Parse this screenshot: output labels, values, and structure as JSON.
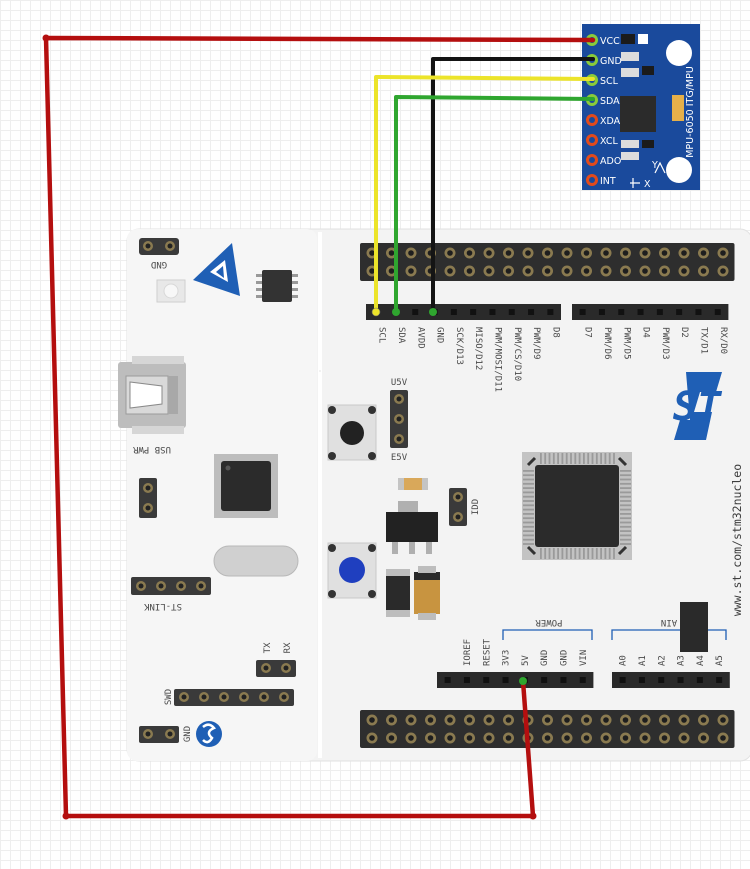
{
  "board": {
    "top_header_labels": [
      "SCL",
      "SDA",
      "AVDD",
      "GND",
      "SCK/D13",
      "MISO/D12",
      "PWM/MOSI/D11",
      "PWM/CS/D10",
      "PWM/D9",
      "D8"
    ],
    "top_header2_labels": [
      "D7",
      "PWM/D6",
      "PWM/D5",
      "D4",
      "PWM/D3",
      "D2",
      "TX/D1",
      "RX/D0"
    ],
    "power_labels": [
      "IOREF",
      "RESET",
      "3V3",
      "5V",
      "GND",
      "GND",
      "VIN"
    ],
    "analog_labels": [
      "A0",
      "A1",
      "A2",
      "A3",
      "A4",
      "A5"
    ],
    "power_group_label": "POWER",
    "analog_group_label": "AIN",
    "gnd_label": "GND",
    "usb_label": "USB PWR",
    "u5v_label": "U5V",
    "e5v_label": "E5V",
    "idd_label": "IDD",
    "stlink_label": "ST-LINK",
    "tx_label": "TX",
    "rx_label": "RX",
    "swd_label": "SWD",
    "swd_gnd_label": "GND",
    "url_label": "www.st.com/stm32nucleo",
    "st_logo_text": "ST"
  },
  "module": {
    "pins": [
      "VCC",
      "GND",
      "SCL",
      "SDA",
      "XDA",
      "XCL",
      "ADO",
      "INT"
    ],
    "title": "MPU-6050 ITG/MPU",
    "axis_y": "Y",
    "axis_x": "X"
  },
  "colors": {
    "wire_vcc": "#b40f0f",
    "wire_gnd": "#141414",
    "wire_scl": "#ece42a",
    "wire_sda": "#2fa62f",
    "module_blue": "#1a4a9c",
    "board_white": "#f5f5f5",
    "header_black": "#2a2a2a",
    "st_blue": "#1f5fb5"
  }
}
